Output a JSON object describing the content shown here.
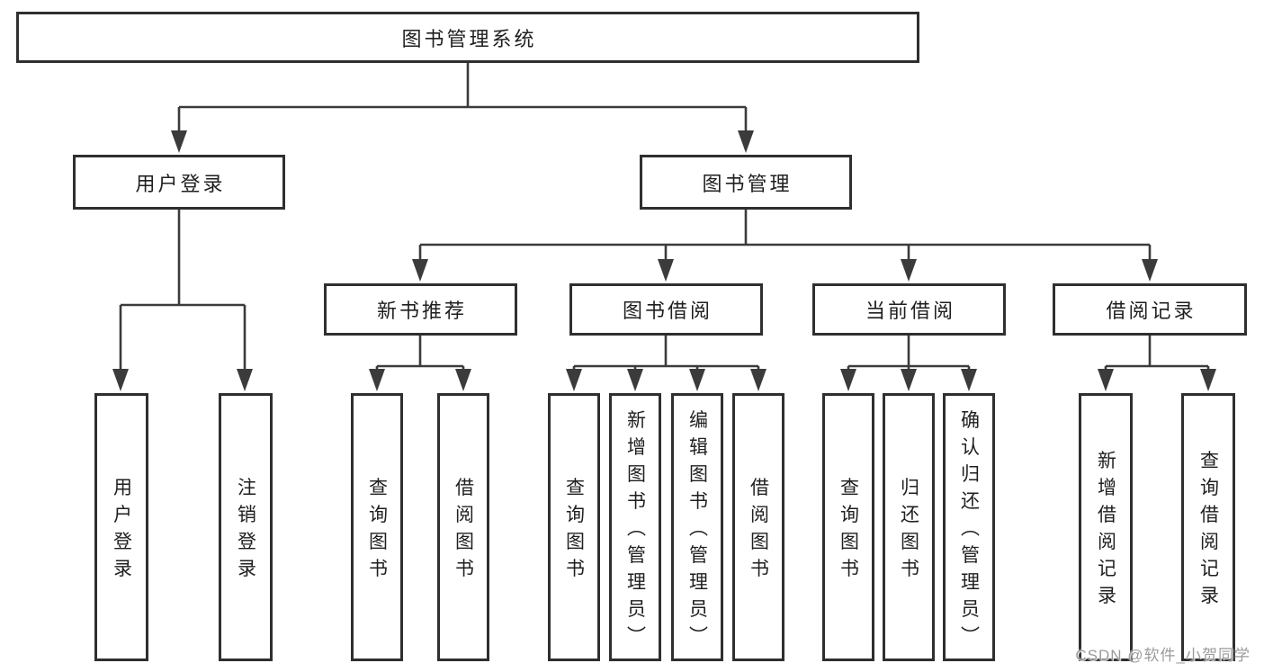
{
  "diagram_type": "hierarchy-tree",
  "watermark": "CSDN @软件_小贺同学",
  "colors": {
    "background": "#ffffff",
    "line": "#3b3b3b",
    "box_border": "#2f2f2f",
    "box_fill": "#ffffff",
    "text": "#1f1f1f",
    "watermark": "#9b9b9b"
  },
  "tree": {
    "label": "图书管理系统",
    "children": [
      {
        "label": "用户登录",
        "children": [
          {
            "label": "用户登录"
          },
          {
            "label": "注销登录"
          }
        ]
      },
      {
        "label": "图书管理",
        "children": [
          {
            "label": "新书推荐",
            "children": [
              {
                "label": "查询图书"
              },
              {
                "label": "借阅图书"
              }
            ]
          },
          {
            "label": "图书借阅",
            "children": [
              {
                "label": "查询图书"
              },
              {
                "label": "新增图书（管理员）"
              },
              {
                "label": "编辑图书（管理员）"
              },
              {
                "label": "借阅图书"
              }
            ]
          },
          {
            "label": "当前借阅",
            "children": [
              {
                "label": "查询图书"
              },
              {
                "label": "归还图书"
              },
              {
                "label": "确认归还（管理员）"
              }
            ]
          },
          {
            "label": "借阅记录",
            "children": [
              {
                "label": "新增借阅记录"
              },
              {
                "label": "查询借阅记录"
              }
            ]
          }
        ]
      }
    ]
  }
}
